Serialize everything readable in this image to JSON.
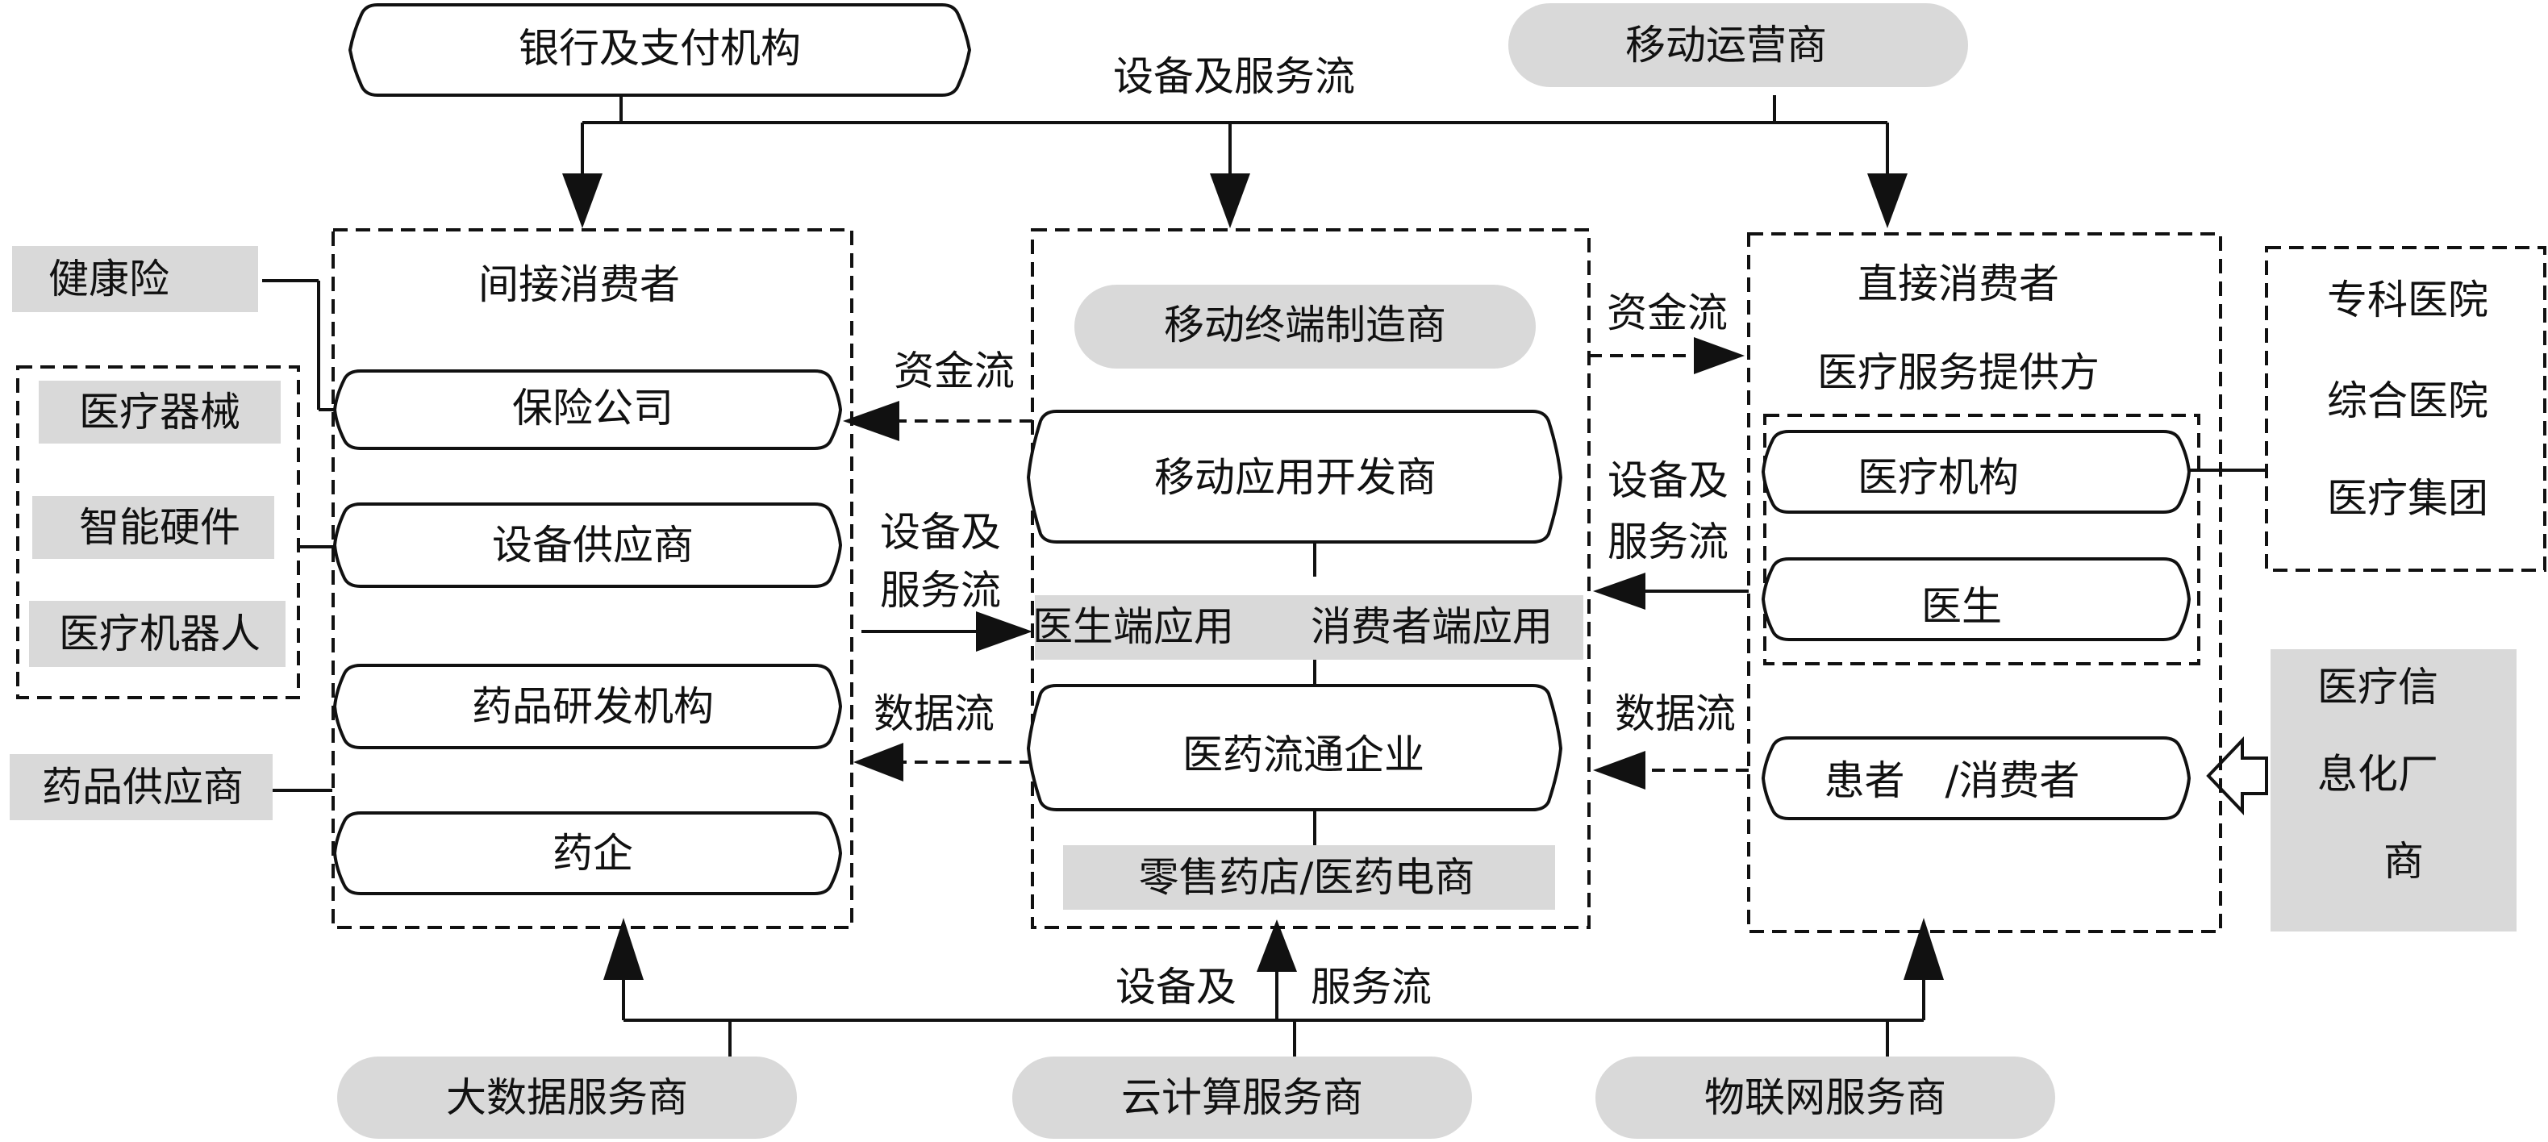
{
  "top": {
    "bank": "银行及支付机构",
    "mobile_operator": "移动运营商",
    "flow_label": "设备及服务流"
  },
  "left_group": {
    "title": "间接消费者",
    "items": [
      "保险公司",
      "设备供应商",
      "药品研发机构",
      "药企"
    ]
  },
  "center_group": {
    "manufacturer": "移动终端制造商",
    "app_developer": "移动应用开发商",
    "doctor_app": "医生端应用",
    "consumer_app": "消费者端应用",
    "distributor": "医药流通企业",
    "retail": "零售药店/医药电商"
  },
  "right_group": {
    "title": "直接消费者",
    "subtitle": "医疗服务提供方",
    "institution": "医疗机构",
    "doctor": "医生",
    "patient": "患者　/消费者"
  },
  "left_side": {
    "health_insurance": "健康险",
    "hardware_box": [
      "医疗器械",
      "智能硬件",
      "医疗机器人"
    ],
    "drug_supplier": "药品供应商"
  },
  "right_side": {
    "hospitals": [
      "专科医院",
      "综合医院",
      "医疗集团"
    ],
    "it_vendor": [
      "医疗信",
      "息化厂",
      "商"
    ]
  },
  "flows": {
    "capital_left": "资金流",
    "capital_right": "资金流",
    "equipment_left": [
      "设备及",
      "服务流"
    ],
    "equipment_right": [
      "设备及",
      "服务流"
    ],
    "data_left": "数据流",
    "data_right": "数据流",
    "bottom_equipment_a": "设备及",
    "bottom_equipment_b": "服务流"
  },
  "bottom": {
    "bigdata": "大数据服务商",
    "cloud": "云计算服务商",
    "iot": "物联网服务商"
  }
}
